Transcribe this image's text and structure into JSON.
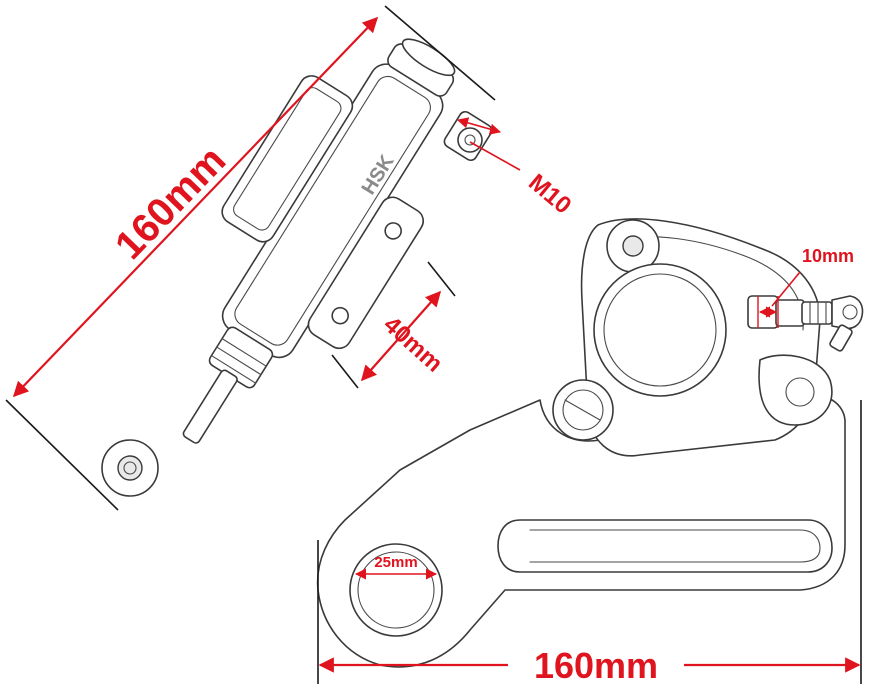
{
  "image": {
    "subject": "rear brake master cylinder and brake caliper with bracket",
    "background": "#ffffff",
    "accent_color": "#e0141e",
    "outline_color": "#3a3a3a"
  },
  "master_cylinder": {
    "brand_text": "HSK",
    "dim_length": "160mm",
    "dim_thread": "M10",
    "dim_mount_spacing": "40mm"
  },
  "caliper": {
    "dim_banjo": "10mm",
    "dim_hole": "25mm",
    "dim_bracket_length": "160mm"
  }
}
